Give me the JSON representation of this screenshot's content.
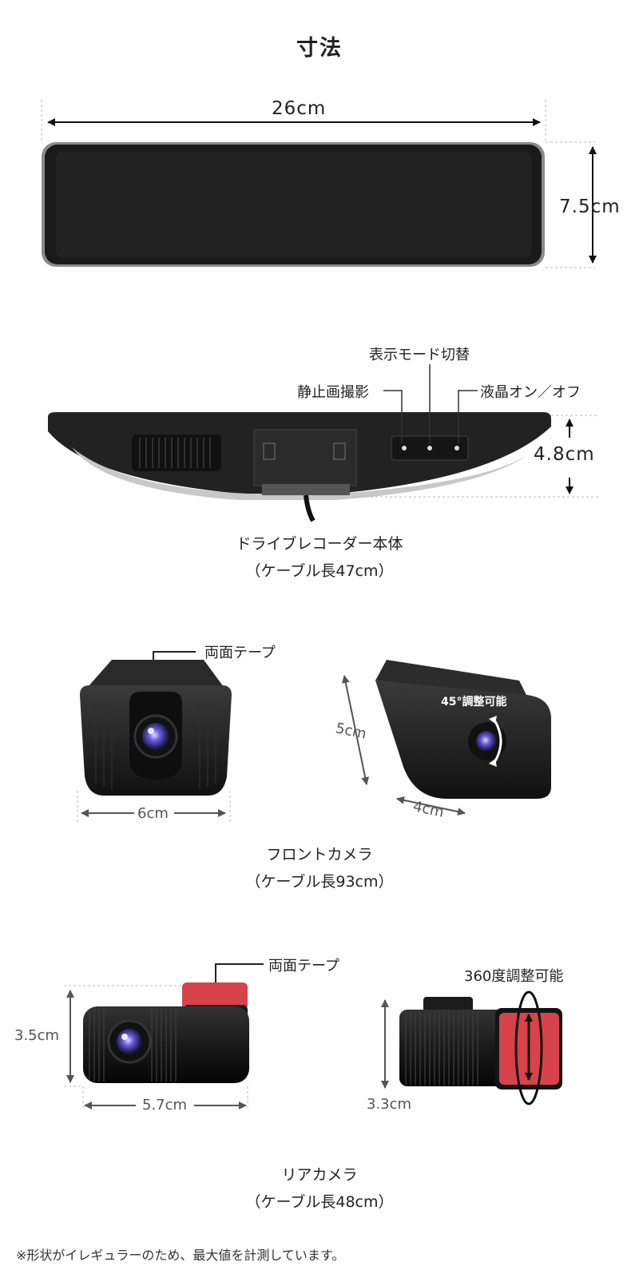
{
  "title": "寸法",
  "mirror": {
    "width_label": "26cm",
    "height_label": "7.5cm"
  },
  "bottom_view": {
    "btn_mode": "表示モード切替",
    "btn_still": "静止画撮影",
    "btn_lcd": "液晶オン／オフ",
    "depth_label": "4.8cm",
    "caption_line1": "ドライブレコーダー本体",
    "caption_line2": "（ケーブル長47cm）"
  },
  "front_camera": {
    "tape_label": "両面テープ",
    "width_label": "6cm",
    "height_label": "5cm",
    "depth_label": "4cm",
    "adjust_label": "45°調整可能",
    "caption_line1": "フロントカメラ",
    "caption_line2": "（ケーブル長93cm）"
  },
  "rear_camera": {
    "tape_label": "両面テープ",
    "height_label": "3.5cm",
    "width_label": "5.7cm",
    "rotate_label": "360度調整可能",
    "height2_label": "3.3cm",
    "caption_line1": "リアカメラ",
    "caption_line2": "（ケーブル長48cm）"
  },
  "footnote": "※形状がイレギュラーのため、最大値を計測しています。",
  "colors": {
    "body_dark": "#1c1c1c",
    "tape_red": "#d8424a",
    "lens_blue": "#5a55d6"
  }
}
